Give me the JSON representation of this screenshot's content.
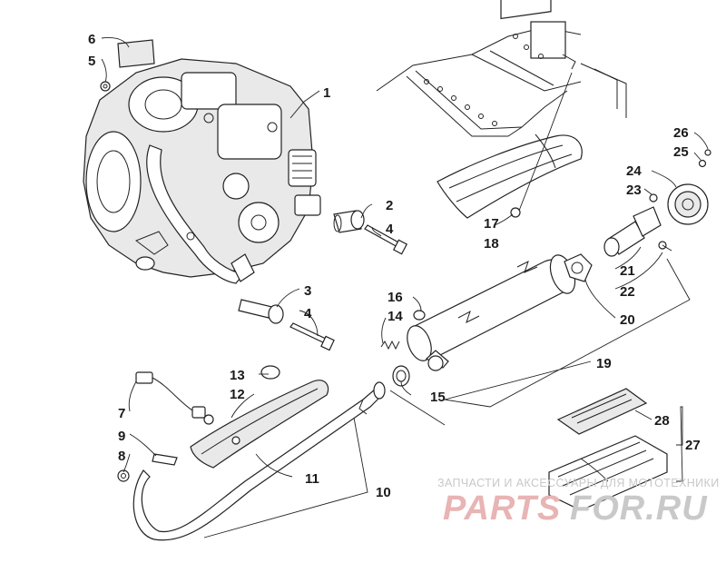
{
  "callouts": {
    "c1": "1",
    "c2": "2",
    "c3": "3",
    "c4a": "4",
    "c4b": "4",
    "c5": "5",
    "c6": "6",
    "c7": "7",
    "c8": "8",
    "c9": "9",
    "c10": "10",
    "c11": "11",
    "c12": "12",
    "c13": "13",
    "c14": "14",
    "c15": "15",
    "c16": "16",
    "c17": "17",
    "c18": "18",
    "c19": "19",
    "c20": "20",
    "c21": "21",
    "c22": "22",
    "c23": "23",
    "c24": "24",
    "c25": "25",
    "c26": "26",
    "c27": "27",
    "c28": "28"
  },
  "watermark": {
    "caption": "ЗАПЧАСТИ И АКСЕССУАРЫ ДЛЯ МОТОТЕХНИКИ",
    "brand_left": "PARTS",
    "brand_right": "FOR.RU",
    "color_left": "#e8b4b4",
    "color_right": "#c9c9c9"
  }
}
